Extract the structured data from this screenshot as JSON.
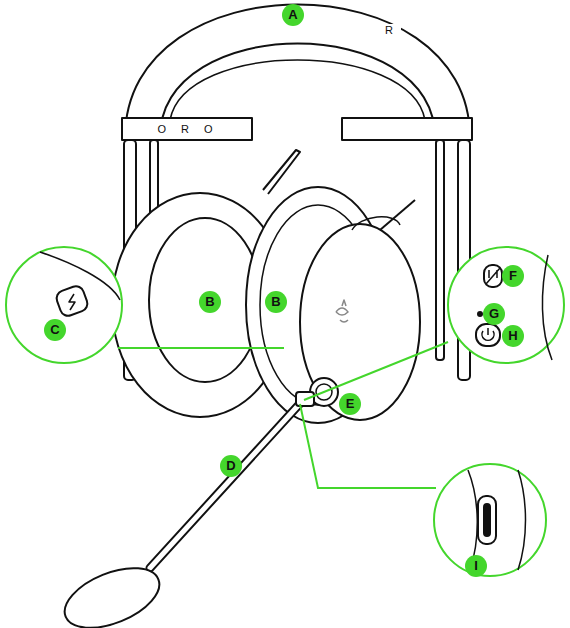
{
  "diagram": {
    "labels": [
      "A",
      "B",
      "B",
      "C",
      "D",
      "E",
      "F",
      "G",
      "H",
      "I",
      "O R O",
      "R"
    ]
  }
}
